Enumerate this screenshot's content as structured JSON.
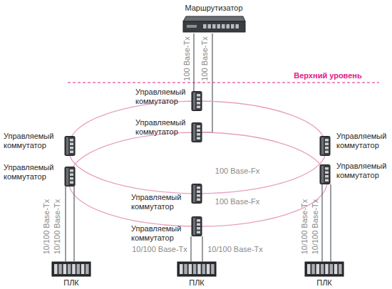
{
  "diagram": {
    "nodes": [
      {
        "text": [
          "Маршрутизатор"
        ]
      },
      {
        "text": [
          "Управляемый коммутатор"
        ]
      },
      {
        "text": [
          "Управляемый коммутатор"
        ]
      },
      {
        "text": [
          "Управляемый коммутатор"
        ]
      },
      {
        "text": [
          "Управляемый коммутатор"
        ]
      },
      {
        "text": [
          "Управляемый коммутатор"
        ]
      },
      {
        "text": [
          "Управляемый коммутатор"
        ]
      },
      {
        "text": [
          "Управляемый коммутатор"
        ]
      },
      {
        "text": [
          "Управляемый коммутатор"
        ]
      },
      {
        "text": [
          "ПЛК"
        ]
      },
      {
        "text": [
          "ПЛК"
        ]
      },
      {
        "text": [
          "ПЛК"
        ]
      }
    ],
    "edges": [
      {
        "from": 0,
        "to": 1,
        "label": "100 Base-Tx",
        "arrow": "none"
      },
      {
        "from": 0,
        "to": 2,
        "label": "100 Base-Tx",
        "arrow": "none"
      },
      {
        "from": 1,
        "to": 3,
        "arrow": "none"
      },
      {
        "from": 3,
        "to": 7,
        "arrow": "none"
      },
      {
        "from": 7,
        "to": 5,
        "arrow": "none"
      },
      {
        "from": 5,
        "to": 1,
        "arrow": "none"
      },
      {
        "from": 2,
        "to": 4,
        "arrow": "none"
      },
      {
        "from": 4,
        "to": 8,
        "arrow": "none"
      },
      {
        "from": 8,
        "to": 6,
        "arrow": "none"
      },
      {
        "from": 6,
        "to": 2,
        "arrow": "none"
      },
      {
        "from": 4,
        "to": 9,
        "label": "10/100 Base-Tx",
        "arrow": "none"
      },
      {
        "from": 4,
        "to": 9,
        "label": "10/100 Base-Tx",
        "arrow": "none"
      },
      {
        "from": 8,
        "to": 10,
        "label": "10/100 Base-Tx",
        "arrow": "none"
      },
      {
        "from": 8,
        "to": 10,
        "label": "10/100 Base-Tx",
        "arrow": "none"
      },
      {
        "from": 6,
        "to": 11,
        "label": "10/100 Base-Tx",
        "arrow": "none"
      },
      {
        "from": 6,
        "to": 11,
        "label": "10/100 Base-Tx",
        "arrow": "none"
      }
    ],
    "labels": [
      "100 Base-Fx",
      "100 Base-Fx",
      "Верхний уровень"
    ]
  }
}
